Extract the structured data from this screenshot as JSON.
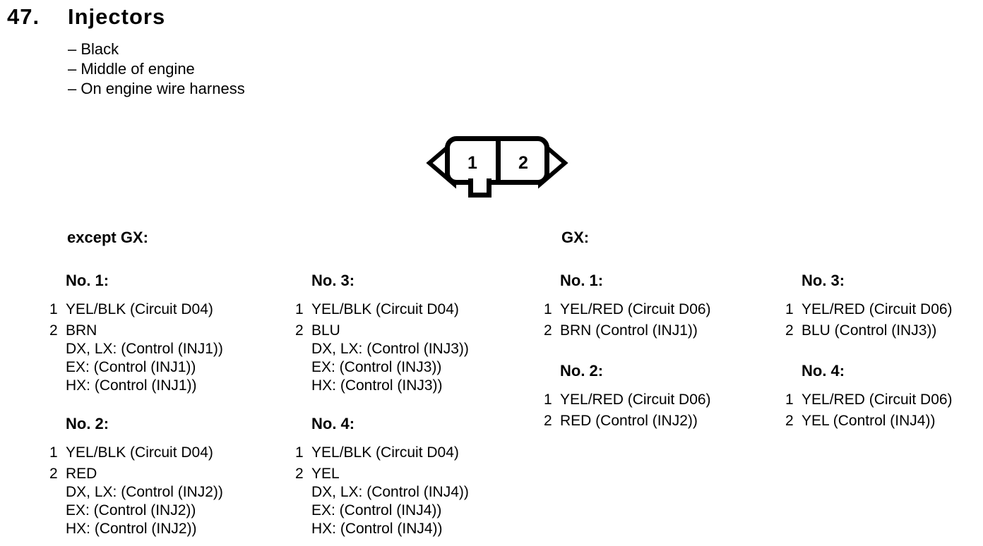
{
  "page_header": {
    "section_number": "47.",
    "title": "Injectors"
  },
  "notes": [
    "– Black",
    "– Middle of engine",
    "– On engine wire harness"
  ],
  "connector": {
    "pin_labels": [
      "1",
      "2"
    ]
  },
  "sections": [
    {
      "label": "except GX:",
      "groups": [
        {
          "heading": "No. 1:",
          "pins": [
            {
              "num": "1",
              "desc": "YEL/BLK (Circuit D04)",
              "sub": []
            },
            {
              "num": "2",
              "desc": "BRN",
              "sub": [
                "DX, LX: (Control (INJ1))",
                "EX: (Control (INJ1))",
                "HX: (Control (INJ1))"
              ]
            }
          ]
        },
        {
          "heading": "No. 2:",
          "pins": [
            {
              "num": "1",
              "desc": "YEL/BLK (Circuit D04)",
              "sub": []
            },
            {
              "num": "2",
              "desc": "RED",
              "sub": [
                "DX, LX: (Control (INJ2))",
                "EX: (Control (INJ2))",
                "HX: (Control (INJ2))"
              ]
            }
          ]
        },
        {
          "heading": "No. 3:",
          "pins": [
            {
              "num": "1",
              "desc": "YEL/BLK (Circuit D04)",
              "sub": []
            },
            {
              "num": "2",
              "desc": "BLU",
              "sub": [
                "DX, LX: (Control (INJ3))",
                "EX: (Control (INJ3))",
                "HX: (Control (INJ3))"
              ]
            }
          ]
        },
        {
          "heading": "No. 4:",
          "pins": [
            {
              "num": "1",
              "desc": "YEL/BLK (Circuit D04)",
              "sub": []
            },
            {
              "num": "2",
              "desc": "YEL",
              "sub": [
                "DX, LX: (Control (INJ4))",
                "EX: (Control (INJ4))",
                "HX: (Control (INJ4))"
              ]
            }
          ]
        }
      ]
    },
    {
      "label": "GX:",
      "groups": [
        {
          "heading": "No. 1:",
          "pins": [
            {
              "num": "1",
              "desc": "YEL/RED (Circuit D06)",
              "sub": []
            },
            {
              "num": "2",
              "desc": "BRN (Control (INJ1))",
              "sub": []
            }
          ]
        },
        {
          "heading": "No. 2:",
          "pins": [
            {
              "num": "1",
              "desc": "YEL/RED (Circuit D06)",
              "sub": []
            },
            {
              "num": "2",
              "desc": "RED (Control (INJ2))",
              "sub": []
            }
          ]
        },
        {
          "heading": "No. 3:",
          "pins": [
            {
              "num": "1",
              "desc": "YEL/RED (Circuit D06)",
              "sub": []
            },
            {
              "num": "2",
              "desc": "BLU (Control (INJ3))",
              "sub": []
            }
          ]
        },
        {
          "heading": "No. 4:",
          "pins": [
            {
              "num": "1",
              "desc": "YEL/RED (Circuit D06)",
              "sub": []
            },
            {
              "num": "2",
              "desc": "YEL (Control (INJ4))",
              "sub": []
            }
          ]
        }
      ]
    }
  ]
}
